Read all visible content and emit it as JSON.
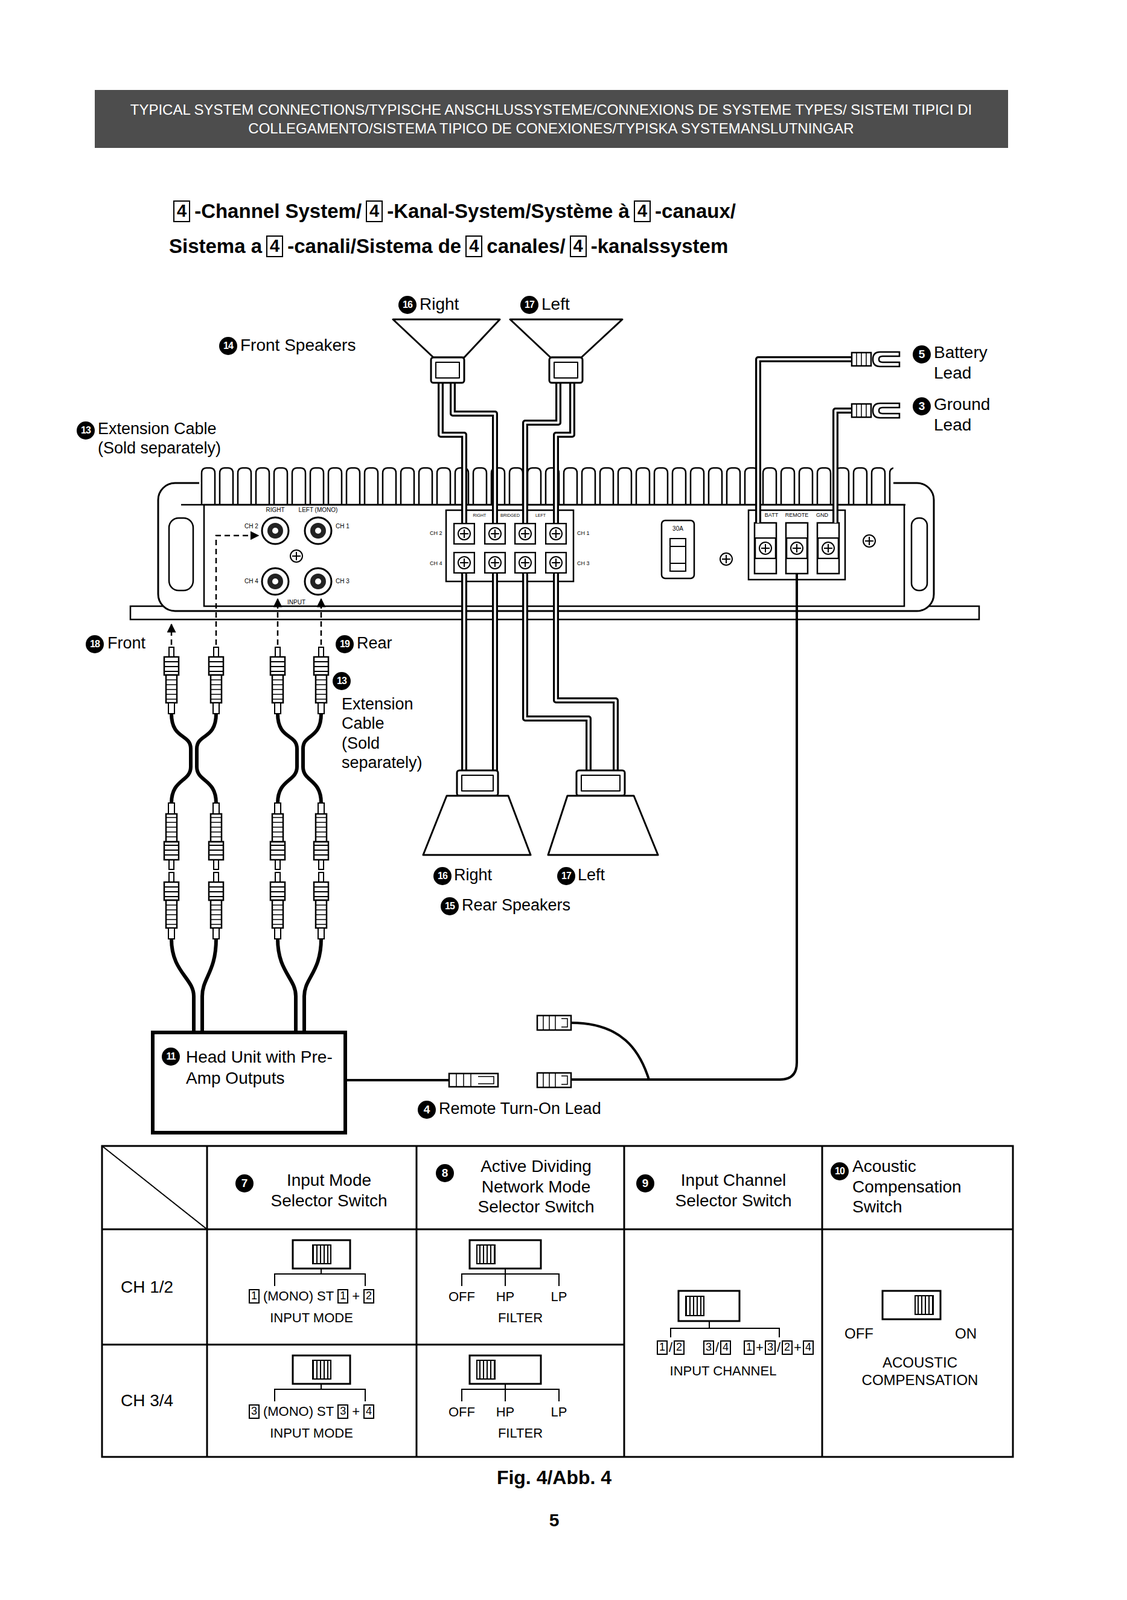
{
  "diagram": {
    "title": "TYPICAL SYSTEM CONNECTIONS/TYPISCHE ANSCHLUSSYSTEME/CONNEXIONS DE SYSTEME TYPES/ SISTEMI TIPICI DI COLLEGAMENTO/SISTEMA TIPICO DE CONEXIONES/TYPISKA SYSTEMANSLUTNINGAR",
    "caption": "Fig. 4/Abb. 4",
    "nodes": [
      {
        "text": [
          "11",
          "Head Unit with Pre-Amp Outputs"
        ]
      }
    ],
    "labels": [
      "4",
      "-Channel System/",
      "4",
      "-Kanal-System/Système à",
      "4",
      "-canaux/",
      "Sistema a",
      "4",
      "-canali/Sistema de",
      "4",
      "canales/",
      "4",
      "-kanalssystem",
      "16",
      "Right",
      "17",
      "Left",
      "14",
      "Front Speakers",
      "5",
      "Battery Lead",
      "3",
      "Ground Lead",
      "13",
      "Extension Cable (Sold separately)",
      "RIGHT",
      "LEFT (MONO)",
      "CH 2",
      "CH 1",
      "CH 4",
      "CH 3",
      "INPUT",
      "RIGHT",
      "BRIDGED",
      "LEFT",
      "CH 2",
      "CH 1",
      "CH 4",
      "CH 3",
      "30A",
      "BATT",
      "REMOTE",
      "GND",
      "18",
      "Front",
      "19",
      "Rear",
      "13",
      "Extension Cable (Sold separately)",
      "16",
      "Right",
      "17",
      "Left",
      "15",
      "Rear Speakers",
      "4",
      "Remote Turn-On Lead",
      "7",
      "Input Mode Selector Switch",
      "8",
      "Active Dividing Network Mode Selector Switch",
      "9",
      "Input Channel Selector Switch",
      "10",
      "Acoustic Compensation Switch",
      "CH 1/2",
      "1",
      "(MONO) ST",
      "1",
      "+",
      "2",
      "INPUT MODE",
      "OFF",
      "HP",
      "LP",
      "FILTER",
      "CH 3/4",
      "3",
      "(MONO) ST",
      "3",
      "+",
      "4",
      "INPUT MODE",
      "OFF",
      "HP",
      "LP",
      "FILTER",
      "1",
      "/",
      "2",
      "3",
      "/",
      "4",
      "1",
      "+",
      "3",
      "/",
      "2",
      "+",
      "4",
      "INPUT CHANNEL",
      "OFF",
      "ON",
      "ACOUSTIC COMPENSATION",
      "5"
    ]
  }
}
